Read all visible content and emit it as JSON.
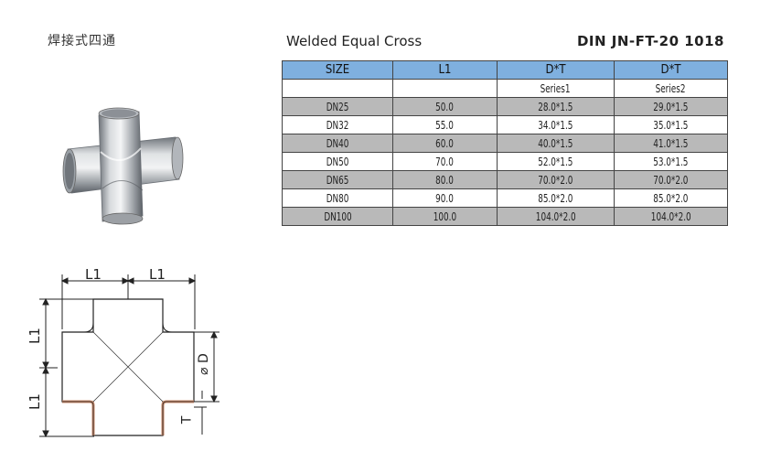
{
  "header": {
    "chinese_title": "焊接式四通",
    "english_title": "Welded Equal Cross",
    "standard_code": "DIN  JN-FT-20 1018"
  },
  "table": {
    "headers": [
      "SIZE",
      "L1",
      "D*T",
      "D*T"
    ],
    "subheaders": [
      "",
      "",
      "Series1",
      "Series2"
    ],
    "rows": [
      [
        "DN25",
        "50.0",
        "28.0*1.5",
        "29.0*1.5"
      ],
      [
        "DN32",
        "55.0",
        "34.0*1.5",
        "35.0*1.5"
      ],
      [
        "DN40",
        "60.0",
        "40.0*1.5",
        "41.0*1.5"
      ],
      [
        "DN50",
        "70.0",
        "52.0*1.5",
        "53.0*1.5"
      ],
      [
        "DN65",
        "80.0",
        "70.0*2.0",
        "70.0*2.0"
      ],
      [
        "DN80",
        "90.0",
        "85.0*2.0",
        "85.0*2.0"
      ],
      [
        "DN100",
        "100.0",
        "104.0*2.0",
        "104.0*2.0"
      ]
    ]
  },
  "drawing": {
    "label_l1_top_left": "L1",
    "label_l1_top_right": "L1",
    "label_l1_left_upper": "L1",
    "label_l1_left_lower": "L1",
    "label_diameter": "⌀ D",
    "label_thickness": "T"
  },
  "colors": {
    "header_blue": "#7fb0df",
    "row_gray": "#b9b9b9",
    "pipe_wall": "#c98a6a"
  }
}
